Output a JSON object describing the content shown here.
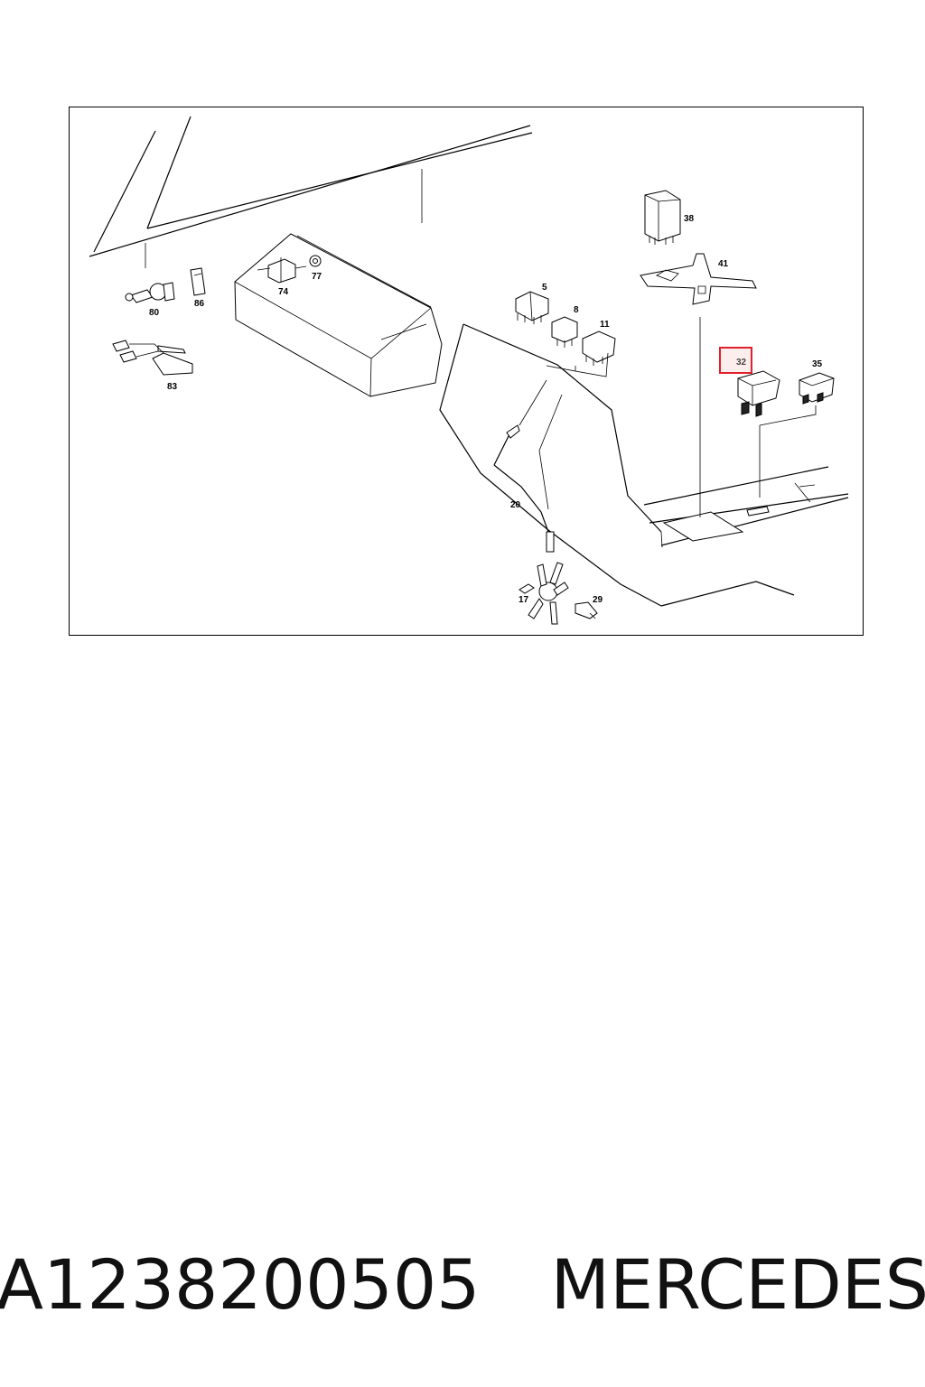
{
  "diagram": {
    "callouts": [
      "38",
      "41",
      "80",
      "86",
      "74",
      "77",
      "83",
      "5",
      "8",
      "11",
      "32",
      "35",
      "20",
      "17",
      "29"
    ],
    "highlighted_callout": "32",
    "highlight_color": "#e0202a"
  },
  "caption": {
    "part_number": "A1238200505",
    "brand": "MERCEDES"
  }
}
